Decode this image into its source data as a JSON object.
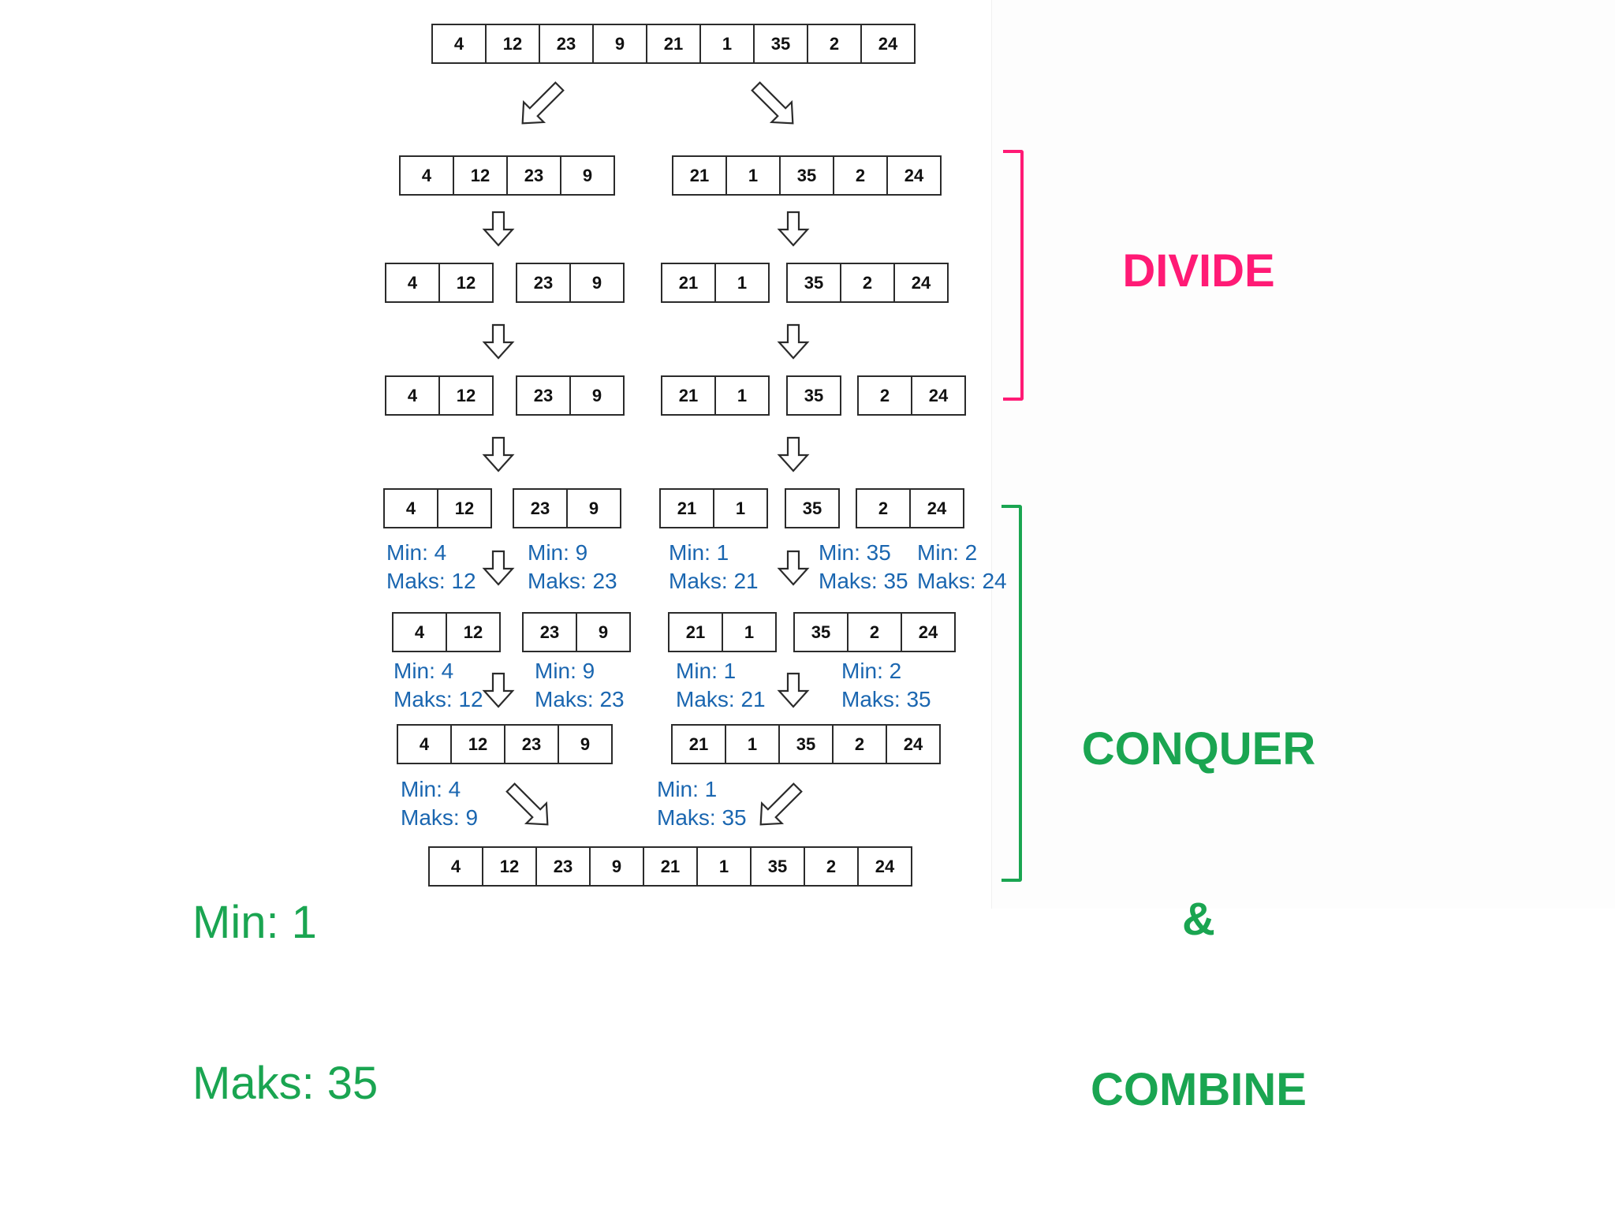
{
  "labels": {
    "divide": "DIVIDE",
    "conquer_line1": "CONQUER",
    "conquer_line2": "&",
    "conquer_line3": "COMBINE",
    "final_min": "Min: 1",
    "final_max": "Maks: 35"
  },
  "colors": {
    "divide": "#ff1a75",
    "conquer": "#1aa551",
    "stats": "#1a66b0"
  },
  "arrays": {
    "level0": [
      "4",
      "12",
      "23",
      "9",
      "21",
      "1",
      "35",
      "2",
      "24"
    ],
    "level1_left": [
      "4",
      "12",
      "23",
      "9"
    ],
    "level1_right": [
      "21",
      "1",
      "35",
      "2",
      "24"
    ],
    "level2_a": [
      "4",
      "12"
    ],
    "level2_b": [
      "23",
      "9"
    ],
    "level2_c": [
      "21",
      "1"
    ],
    "level2_d": [
      "35",
      "2",
      "24"
    ],
    "level3_a": [
      "4",
      "12"
    ],
    "level3_b": [
      "23",
      "9"
    ],
    "level3_c": [
      "21",
      "1"
    ],
    "level3_d": [
      "35"
    ],
    "level3_e": [
      "2",
      "24"
    ],
    "level4_a": [
      "4",
      "12"
    ],
    "level4_b": [
      "23",
      "9"
    ],
    "level4_c": [
      "21",
      "1"
    ],
    "level4_d": [
      "35"
    ],
    "level4_e": [
      "2",
      "24"
    ],
    "level5_a": [
      "4",
      "12"
    ],
    "level5_b": [
      "23",
      "9"
    ],
    "level5_c": [
      "21",
      "1"
    ],
    "level5_d": [
      "35",
      "2",
      "24"
    ],
    "level6_left": [
      "4",
      "12",
      "23",
      "9"
    ],
    "level6_right": [
      "21",
      "1",
      "35",
      "2",
      "24"
    ],
    "level7": [
      "4",
      "12",
      "23",
      "9",
      "21",
      "1",
      "35",
      "2",
      "24"
    ]
  },
  "stats": {
    "s4_a": {
      "min": "Min: 4",
      "max": "Maks: 12"
    },
    "s4_b": {
      "min": "Min: 9",
      "max": "Maks: 23"
    },
    "s4_c": {
      "min": "Min: 1",
      "max": "Maks: 21"
    },
    "s4_d": {
      "min": "Min: 35",
      "max": "Maks: 35"
    },
    "s4_e": {
      "min": "Min: 2",
      "max": "Maks: 24"
    },
    "s5_a": {
      "min": "Min: 4",
      "max": "Maks: 12"
    },
    "s5_b": {
      "min": "Min: 9",
      "max": "Maks: 23"
    },
    "s5_c": {
      "min": "Min: 1",
      "max": "Maks: 21"
    },
    "s5_d": {
      "min": "Min: 2",
      "max": "Maks: 35"
    },
    "s6_left": {
      "min": "Min: 4",
      "max": "Maks: 9"
    },
    "s6_right": {
      "min": "Min: 1",
      "max": "Maks: 35"
    }
  }
}
